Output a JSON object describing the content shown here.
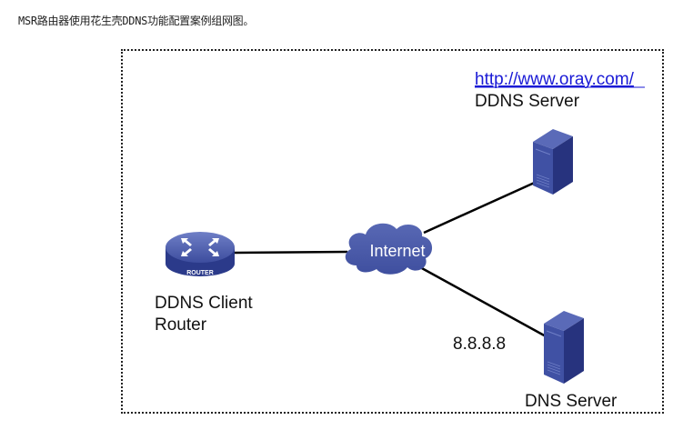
{
  "caption": "MSR路由器使用花生壳DDNS功能配置案例组网图。",
  "colors": {
    "device_blue": "#3b4b9c",
    "device_dark": "#24307a",
    "cloud": "#4a5aa8",
    "link_text": "#1a1ad6",
    "line": "#000000"
  },
  "nodes": {
    "router": {
      "icon": "router-icon",
      "badge": "ROUTER",
      "label_line1": "DDNS Client",
      "label_line2": "Router"
    },
    "internet": {
      "icon": "cloud-icon",
      "label": "Internet"
    },
    "ddns_server": {
      "icon": "server-icon",
      "url": "http://www.oray.com/",
      "label": "DDNS Server"
    },
    "dns_server": {
      "icon": "server-icon",
      "ip": "8.8.8.8",
      "label": "DNS Server"
    }
  },
  "edges": [
    {
      "from": "router",
      "to": "internet"
    },
    {
      "from": "internet",
      "to": "ddns_server"
    },
    {
      "from": "internet",
      "to": "dns_server"
    }
  ]
}
